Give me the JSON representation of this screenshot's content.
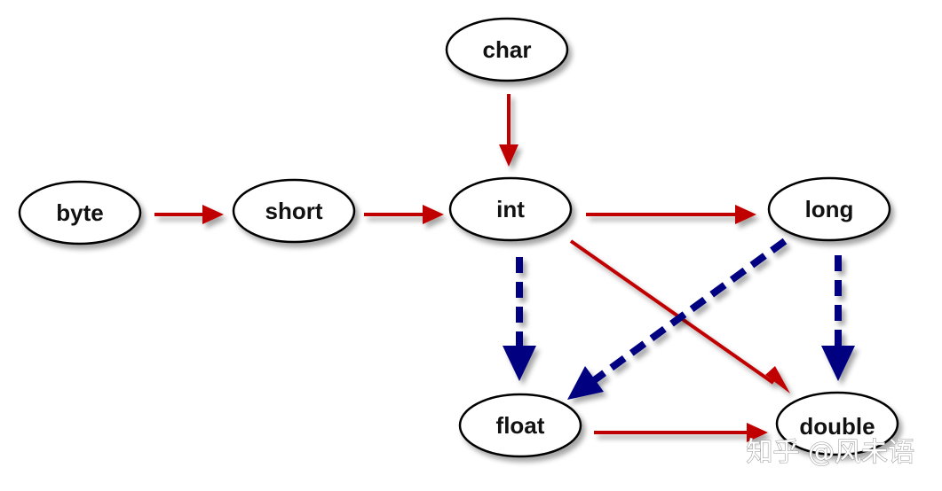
{
  "diagram": {
    "nodes": {
      "byte": "byte",
      "short": "short",
      "char": "char",
      "int": "int",
      "long": "long",
      "float": "float",
      "double": "double"
    },
    "edges": [
      {
        "from": "byte",
        "to": "short",
        "style": "solid"
      },
      {
        "from": "short",
        "to": "int",
        "style": "solid"
      },
      {
        "from": "char",
        "to": "int",
        "style": "solid"
      },
      {
        "from": "int",
        "to": "long",
        "style": "solid"
      },
      {
        "from": "int",
        "to": "double",
        "style": "solid"
      },
      {
        "from": "float",
        "to": "double",
        "style": "solid"
      },
      {
        "from": "int",
        "to": "float",
        "style": "dashed"
      },
      {
        "from": "long",
        "to": "float",
        "style": "dashed"
      },
      {
        "from": "long",
        "to": "double",
        "style": "dashed"
      }
    ],
    "colors": {
      "solid_edge": "#c00000",
      "dashed_edge": "#000080",
      "node_fill": "#ffffff",
      "node_stroke": "#000000"
    }
  },
  "watermark": "知乎 @风未语"
}
